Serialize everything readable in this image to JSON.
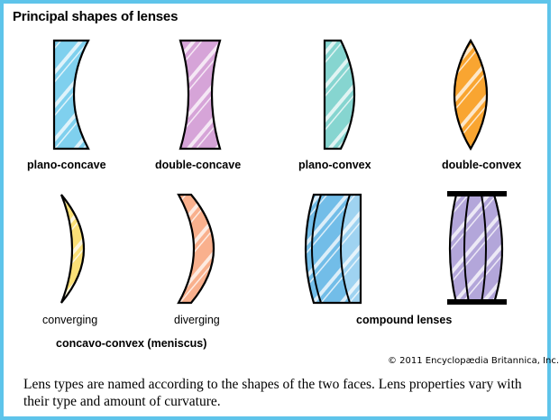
{
  "title": "Principal shapes of lenses",
  "labels": {
    "plano_concave": "plano-concave",
    "double_concave": "double-concave",
    "plano_convex": "plano-convex",
    "double_convex": "double-convex",
    "converging": "converging",
    "diverging": "diverging",
    "concavo_convex": "concavo-convex (meniscus)",
    "compound": "compound lenses"
  },
  "copyright": "© 2011 Encyclopædia Britannica, Inc.",
  "caption": "Lens types are named according to the shapes of the two faces. Lens properties vary with their type and amount of curvature.",
  "colors": {
    "frame": "#5ec4ea",
    "plano_concave": "#7fd0ee",
    "double_concave": "#d6a4d8",
    "plano_convex": "#86d5d0",
    "double_convex": "#f9a531",
    "converging": "#fbe077",
    "diverging": "#f9b08d",
    "compound_blue": "#72bde8",
    "compound_purple": "#b3a6da"
  }
}
